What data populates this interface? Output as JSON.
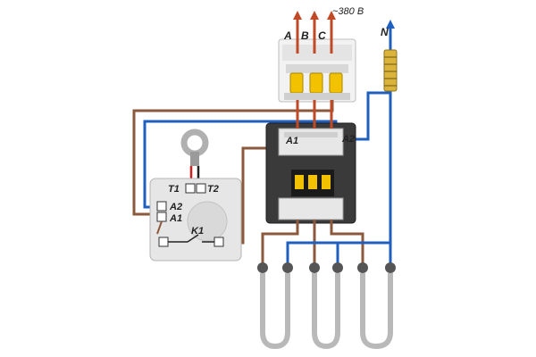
{
  "labels": {
    "supply_voltage": "~380 В",
    "phase_a": "A",
    "phase_b": "B",
    "phase_c": "C",
    "neutral": "N",
    "contactor_a1": "A1",
    "contactor_a2": "A2",
    "thermostat_t1": "T1",
    "thermostat_t2": "T2",
    "thermostat_a2": "A2",
    "thermostat_a1": "A1",
    "thermostat_k1": "K1"
  },
  "colors": {
    "phase_wire": "#c04a26",
    "neutral_wire": "#1f5fbf",
    "control_wire": "#8b5a3c",
    "breaker_handle": "#f2c200",
    "contactor_body": "#3a3a3a",
    "heater_element": "#b9b9b9"
  }
}
